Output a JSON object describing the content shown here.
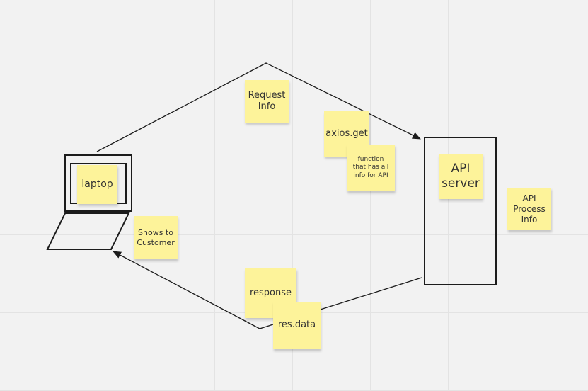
{
  "notes": {
    "request_info": "Request\nInfo",
    "axios_get": "axios.get",
    "function_info": "function\nthat has all\ninfo for API",
    "api_server": "API\nserver",
    "api_process_info": "API\nProcess\nInfo",
    "laptop": "laptop",
    "shows_to_customer": "Shows to\nCustomer",
    "response": "response",
    "res_data": "res.data"
  },
  "colors": {
    "sticky_note": "#fdf39a",
    "line": "#1c1c1c",
    "background": "#f2f2f2"
  }
}
